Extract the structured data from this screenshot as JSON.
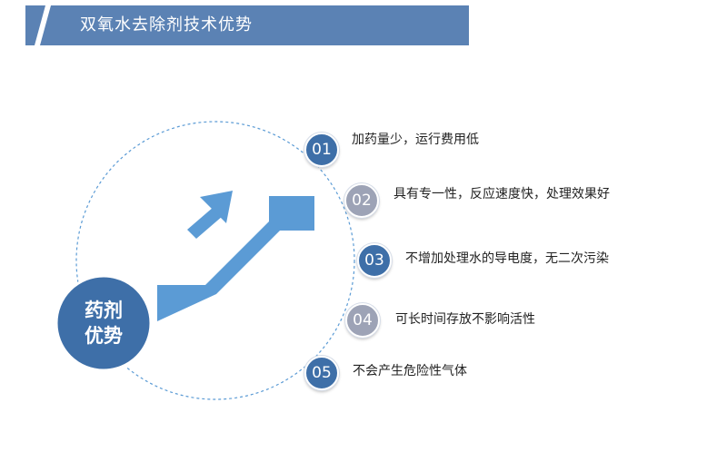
{
  "title": "双氧水去除剂技术优势",
  "center": {
    "line1": "药剂",
    "line2": "优势"
  },
  "items": [
    {
      "num": "01",
      "text": "加药量少，运行费用低",
      "color": "blue"
    },
    {
      "num": "02",
      "text": "具有专一性，反应速度快，处理效果好",
      "color": "gray"
    },
    {
      "num": "03",
      "text": "不增加处理水的导电度，无二次污染",
      "color": "blue"
    },
    {
      "num": "04",
      "text": "可长时间存放不影响活性",
      "color": "gray"
    },
    {
      "num": "05",
      "text": "不会产生危险性气体",
      "color": "blue"
    }
  ],
  "colors": {
    "header": "#5b82b4",
    "badge_blue": "#3e6fa8",
    "badge_gray": "#9da3b6",
    "arrow": "#5b9bd5",
    "dashed_circle": "#5b9bd5"
  }
}
